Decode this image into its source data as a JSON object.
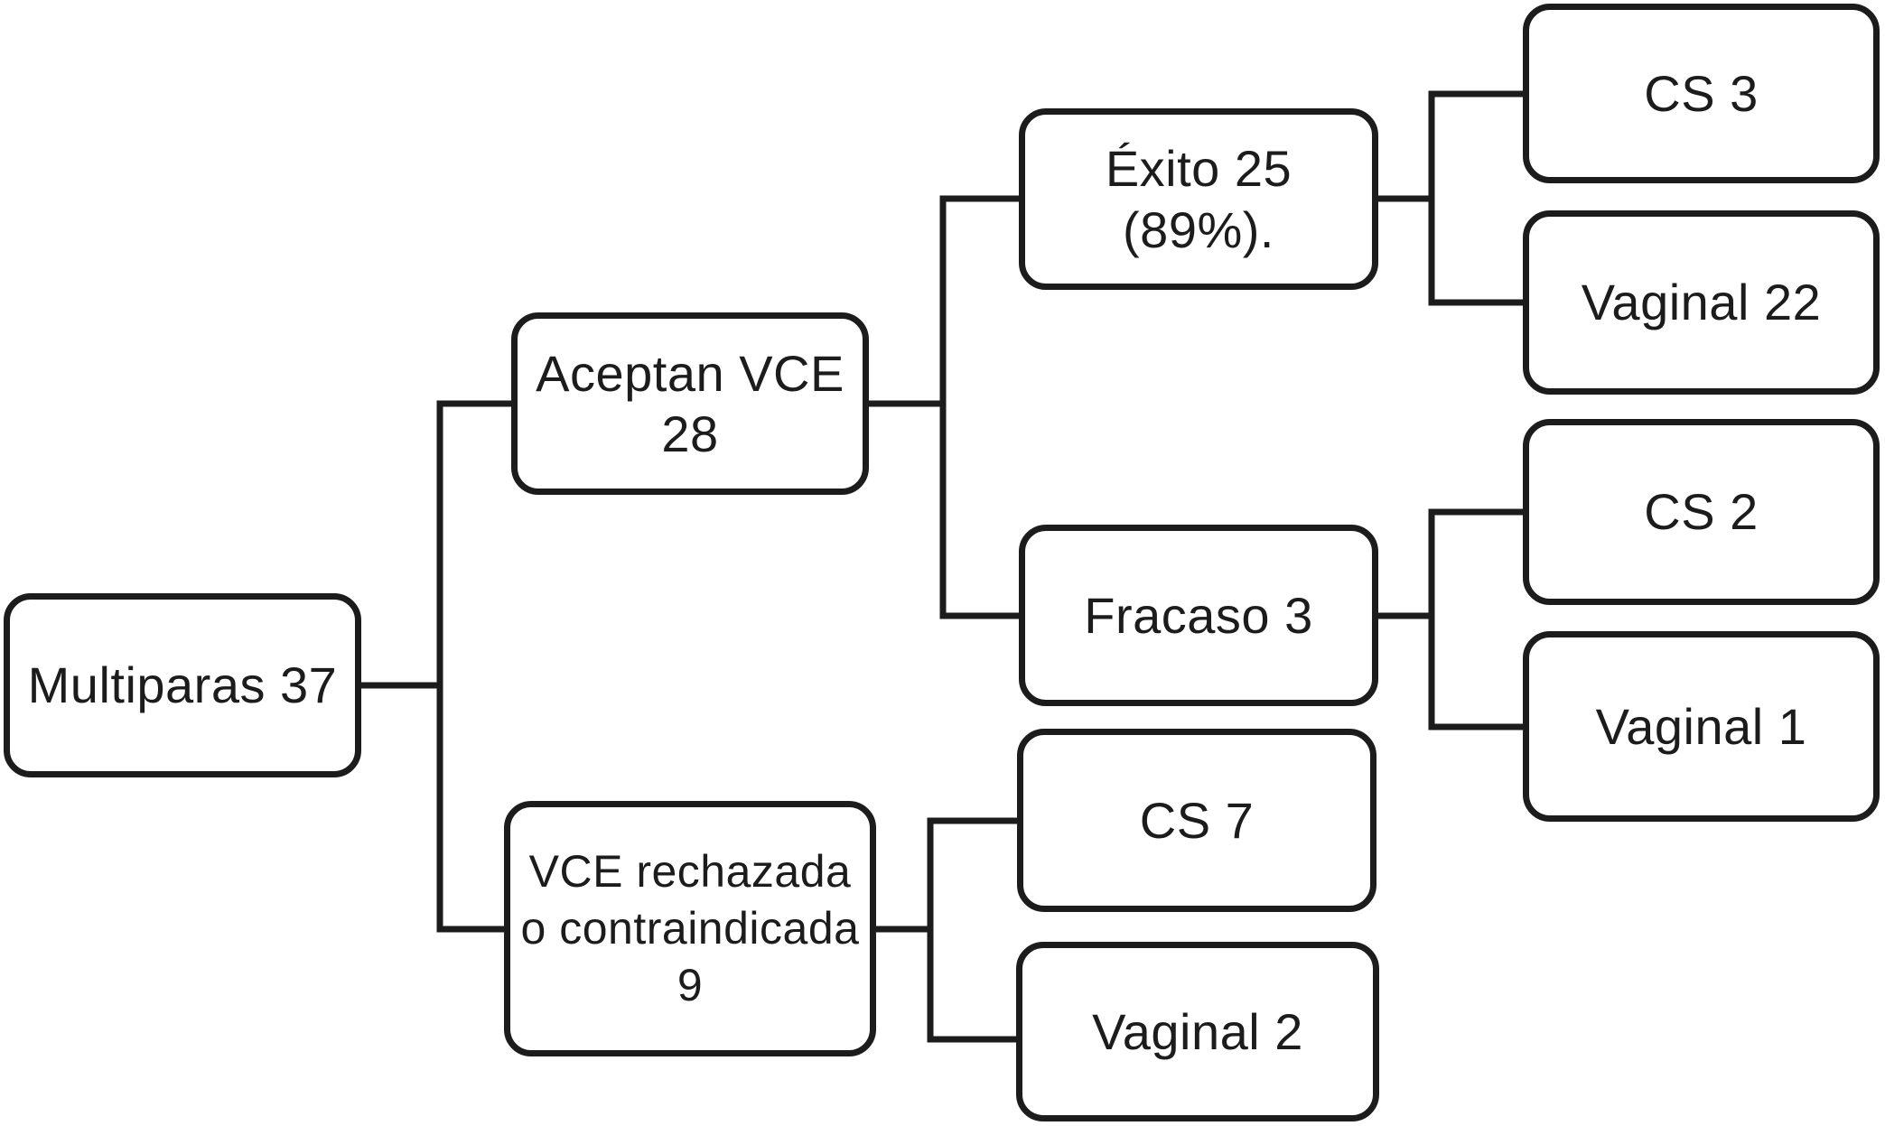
{
  "figure": {
    "type": "tree-flowchart",
    "language": "es",
    "background_color": "#ffffff",
    "line_color": "#1c1c1c",
    "text_color": "#1c1c1c"
  },
  "nodes": {
    "multiparas": {
      "label": "Multiparas 37",
      "lines": [
        "Multiparas 37"
      ]
    },
    "aceptan_vce": {
      "label": "Aceptan VCE 28",
      "lines": [
        "Aceptan VCE",
        "28"
      ]
    },
    "vce_rechazada": {
      "label": "VCE rechazada o contraindicada 9",
      "lines": [
        "VCE rechazada",
        "o contraindicada",
        "9"
      ]
    },
    "exito": {
      "label": "Éxito 25 (89%).",
      "lines": [
        "Éxito 25",
        "(89%)."
      ]
    },
    "fracaso": {
      "label": "Fracaso 3",
      "lines": [
        "Fracaso 3"
      ]
    },
    "cs3": {
      "label": "CS 3",
      "lines": [
        "CS 3"
      ]
    },
    "vaginal22": {
      "label": "Vaginal 22",
      "lines": [
        "Vaginal 22"
      ]
    },
    "cs2": {
      "label": "CS 2",
      "lines": [
        "CS 2"
      ]
    },
    "vaginal1": {
      "label": "Vaginal 1",
      "lines": [
        "Vaginal 1"
      ]
    },
    "cs7": {
      "label": "CS 7",
      "lines": [
        "CS 7"
      ]
    },
    "vaginal2": {
      "label": "Vaginal 2",
      "lines": [
        "Vaginal 2"
      ]
    }
  },
  "edges": [
    {
      "from": "multiparas",
      "to": "aceptan_vce"
    },
    {
      "from": "multiparas",
      "to": "vce_rechazada"
    },
    {
      "from": "aceptan_vce",
      "to": "exito"
    },
    {
      "from": "aceptan_vce",
      "to": "fracaso"
    },
    {
      "from": "exito",
      "to": "cs3"
    },
    {
      "from": "exito",
      "to": "vaginal22"
    },
    {
      "from": "fracaso",
      "to": "cs2"
    },
    {
      "from": "fracaso",
      "to": "vaginal1"
    },
    {
      "from": "vce_rechazada",
      "to": "cs7"
    },
    {
      "from": "vce_rechazada",
      "to": "vaginal2"
    }
  ]
}
